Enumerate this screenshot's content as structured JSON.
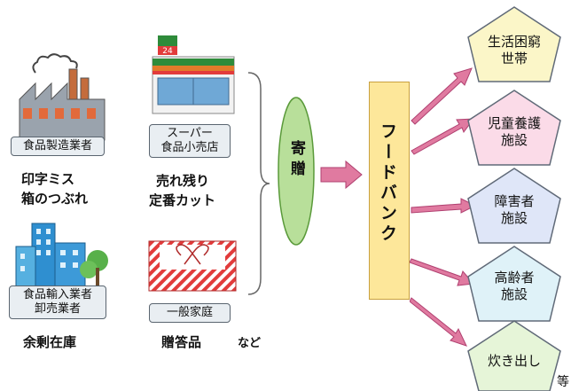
{
  "sources": {
    "manufacturer": {
      "label": "食品製造業者",
      "caption": [
        "印字ミス",
        "箱のつぶれ"
      ]
    },
    "importer": {
      "label": [
        "食品輸入業者",
        "卸売業者"
      ],
      "caption": "余剰在庫"
    },
    "supermarket": {
      "label": [
        "スーパー",
        "食品小売店"
      ],
      "caption": [
        "売れ残り",
        "定番カット"
      ]
    },
    "household": {
      "label": "一般家庭",
      "caption": "贈答品",
      "etc": "など"
    }
  },
  "store_sign": "24",
  "donation": "寄贈",
  "food_bank": "フードバンク",
  "recipients": [
    {
      "lines": [
        "生活困窮",
        "世帯"
      ],
      "color": "#fbf6c8"
    },
    {
      "lines": [
        "児童養護",
        "施設"
      ],
      "color": "#fbdbe8"
    },
    {
      "lines": [
        "障害者",
        "施設"
      ],
      "color": "#dfe6f8"
    },
    {
      "lines": [
        "高齢者",
        "施設"
      ],
      "color": "#dff2f8"
    },
    {
      "lines": [
        "炊き出し"
      ],
      "color": "#e6f5d8"
    }
  ],
  "footer_etc": "等",
  "colors": {
    "arrow": "#e07aa0",
    "donation_fill": "#b8df9a",
    "foodbank_fill": "#fde79a"
  }
}
